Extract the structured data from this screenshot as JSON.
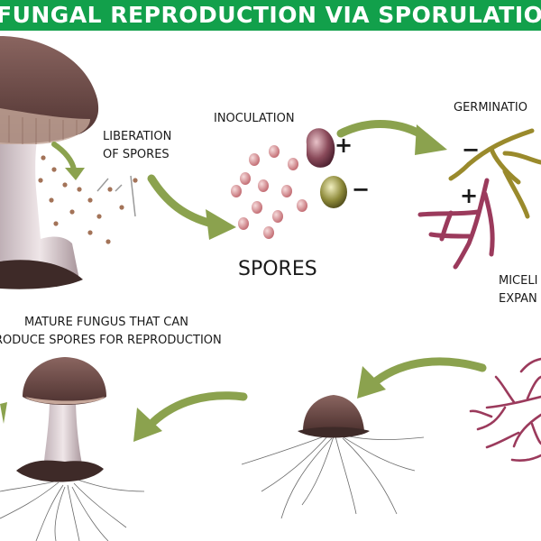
{
  "header": {
    "title": "FUNGAL REPRODUCTION VIA SPORULATION"
  },
  "labels": {
    "liberation_line1": "LIBERATION",
    "liberation_line2": "OF SPORES",
    "inoculation": "INOCULATION",
    "germination": "GERMINATIO",
    "spores": "SPORES",
    "micel_line1": "MICELI",
    "micel_line2": "EXPAN",
    "mature_line1": "MATURE FUNGUS THAT CAN",
    "mature_line2": "RODUCE SPORES FOR REPRODUCTION",
    "plus": "+",
    "minus": "−"
  },
  "colors": {
    "banner": "#12a04b",
    "arrow": "#8ba24e",
    "cap": "#6b4a45",
    "stem": "#d9ccd0",
    "hypha_pink": "#9b3a5c",
    "hypha_olive": "#9a8a2c",
    "spore_pink": "#d08a8c",
    "spore_brown": "#a37358"
  }
}
